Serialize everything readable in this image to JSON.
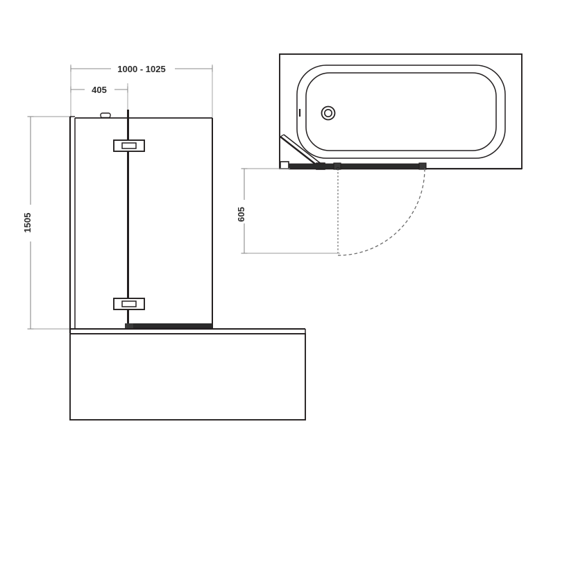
{
  "drawing": {
    "type": "technical-line-drawing",
    "subject": "Hinged bath shower screen with bathtub",
    "units": "mm",
    "background_color": "#ffffff",
    "line_color": "#231f20",
    "dimension_line_color": "#8a8a8a",
    "text_color": "#2b2b2b",
    "views": [
      {
        "name": "front-elevation",
        "label": "Front elevation of bath screen over bath panel"
      },
      {
        "name": "plan-view",
        "label": "Top plan view of bathtub with screen swing arc"
      }
    ]
  },
  "dimensions": {
    "overall_width": {
      "value": "1000 - 1025",
      "name": "overall-width-dimension",
      "orientation": "horizontal"
    },
    "fixed_panel_width": {
      "value": "405",
      "name": "fixed-panel-width-dimension",
      "orientation": "horizontal"
    },
    "screen_height": {
      "value": "1505",
      "name": "screen-height-dimension",
      "orientation": "vertical",
      "rotated": true
    },
    "swing_depth": {
      "value": "605",
      "name": "swing-depth-dimension",
      "orientation": "vertical",
      "rotated": true
    }
  },
  "elevation": {
    "wall_profile": "double-line-wall",
    "glass_panel_fixed": "fixed-glass-panel",
    "glass_panel_door": "hinged-door-panel",
    "hinges": [
      {
        "name": "top-hinge-bracket"
      },
      {
        "name": "bottom-hinge-bracket"
      }
    ],
    "top_seal": "top-seal-clip",
    "bath_rim": "bath-rim-line",
    "bath_panel": "bath-front-panel"
  },
  "plan": {
    "bath_outline": "bath-outer-rectangle",
    "tub_bowl_outer": "tub-bowl-outer-contour",
    "tub_bowl_inner": "tub-bowl-inner-contour",
    "drain": "drain-waste-hole",
    "folded_panel": "folded-return-panel",
    "screen_rail": "screen-rail-profile",
    "swing_arc": "door-swing-arc",
    "pivot": "door-pivot-point"
  }
}
